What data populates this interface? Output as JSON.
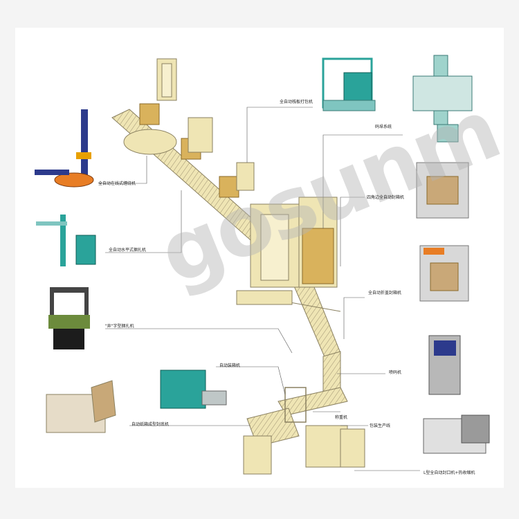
{
  "watermark": "gosunm",
  "colors": {
    "conveyor": "#efe5b4",
    "conveyor_stroke": "#8a8060",
    "box": "#d9b25c",
    "machine_teal": "#2aa39a",
    "machine_blue": "#2c3a8c",
    "machine_orange": "#e87d24",
    "leader": "#555555"
  },
  "labels": {
    "strapping_full_auto": "全自动栈板打包机",
    "palletizing_system": "码垛系统",
    "stretch_wrapper": "全自动在线式缠绕机",
    "corner_sealer": "四角边全自动封箱机",
    "horizontal_strapper": "全自动水平式捆扎机",
    "folding_sealer": "全自动折盖封箱机",
    "well_strapper": "\"井\"字型捆扎机",
    "auto_case_packer": "自动装箱机",
    "inkjet_printer": "喷码机",
    "case_erector": "自动纸箱成型封底机",
    "weighing": "称重机",
    "production_line": "包装生产线",
    "l_sealer_shrink": "L型全自动封口机+热收缩机"
  }
}
